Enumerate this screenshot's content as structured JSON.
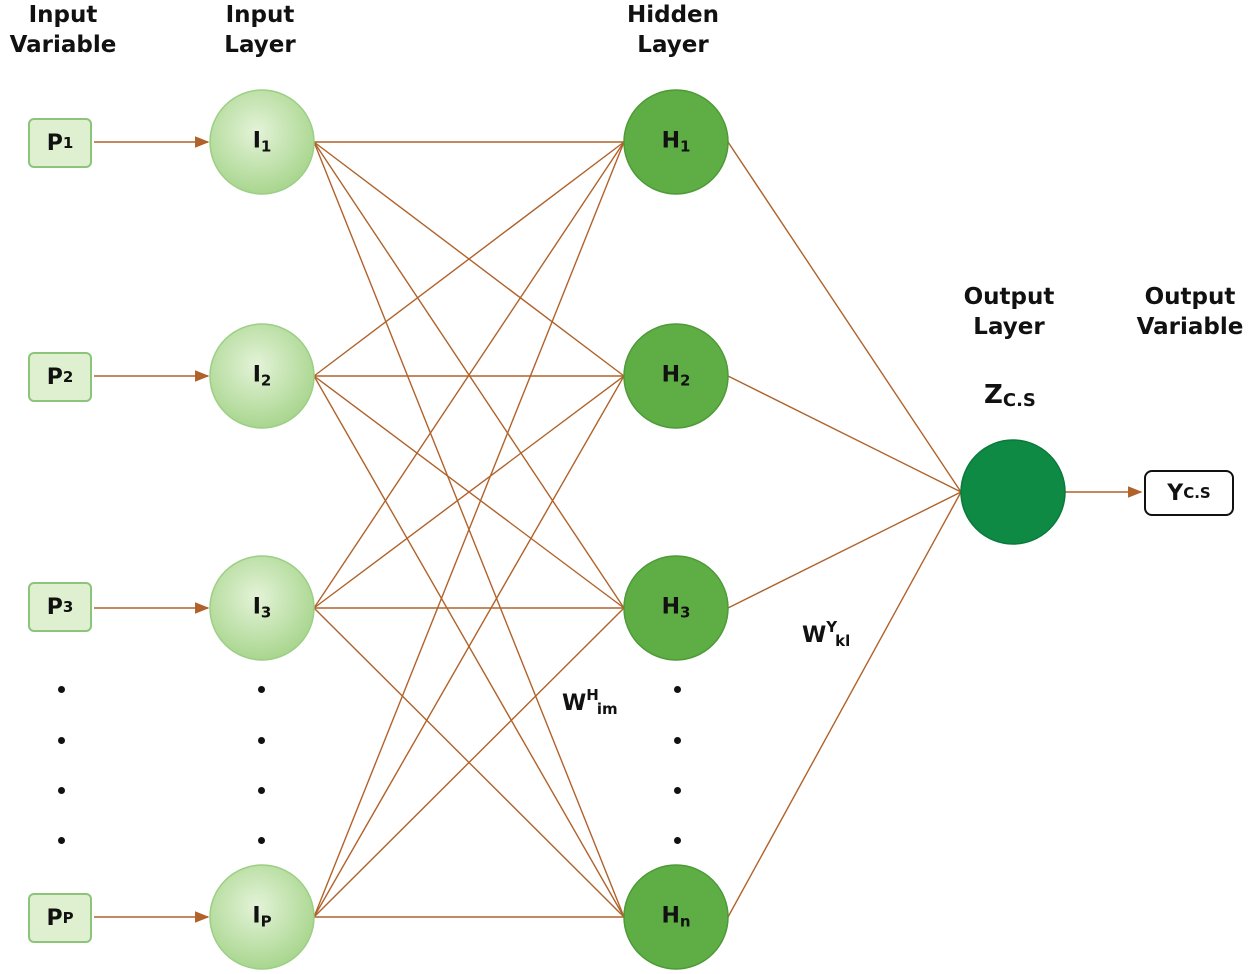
{
  "headers": {
    "input_variable": [
      "Input",
      "Variable"
    ],
    "input_layer": [
      "Input",
      "Layer"
    ],
    "hidden_layer": [
      "Hidden",
      "Layer"
    ],
    "output_layer": [
      "Output",
      "Layer"
    ],
    "output_variable": [
      "Output",
      "Variable"
    ]
  },
  "input_variables": [
    {
      "base": "P",
      "sub": "1"
    },
    {
      "base": "P",
      "sub": "2"
    },
    {
      "base": "P",
      "sub": "3"
    },
    {
      "base": "P",
      "sub": "P"
    }
  ],
  "input_nodes": [
    {
      "base": "I",
      "sub": "1"
    },
    {
      "base": "I",
      "sub": "2"
    },
    {
      "base": "I",
      "sub": "3"
    },
    {
      "base": "I",
      "sub": "P"
    }
  ],
  "hidden_nodes": [
    {
      "base": "H",
      "sub": "1"
    },
    {
      "base": "H",
      "sub": "2"
    },
    {
      "base": "H",
      "sub": "3"
    },
    {
      "base": "H",
      "sub": "n"
    }
  ],
  "output_node": {
    "base": "Z",
    "sub": "C.S"
  },
  "output_variable": {
    "base": "Y",
    "sub": "C.S"
  },
  "weight_labels": {
    "hidden": {
      "base": "W",
      "sup": "H",
      "sub": "im"
    },
    "output": {
      "base": "W",
      "sup": "Y",
      "sub": "kl"
    }
  },
  "colors": {
    "edge": "#b0622a",
    "input_node": "#bfe0a8",
    "hidden_node": "#5fae45",
    "output_node": "#0f8a45",
    "input_box": "#dff0d0"
  }
}
